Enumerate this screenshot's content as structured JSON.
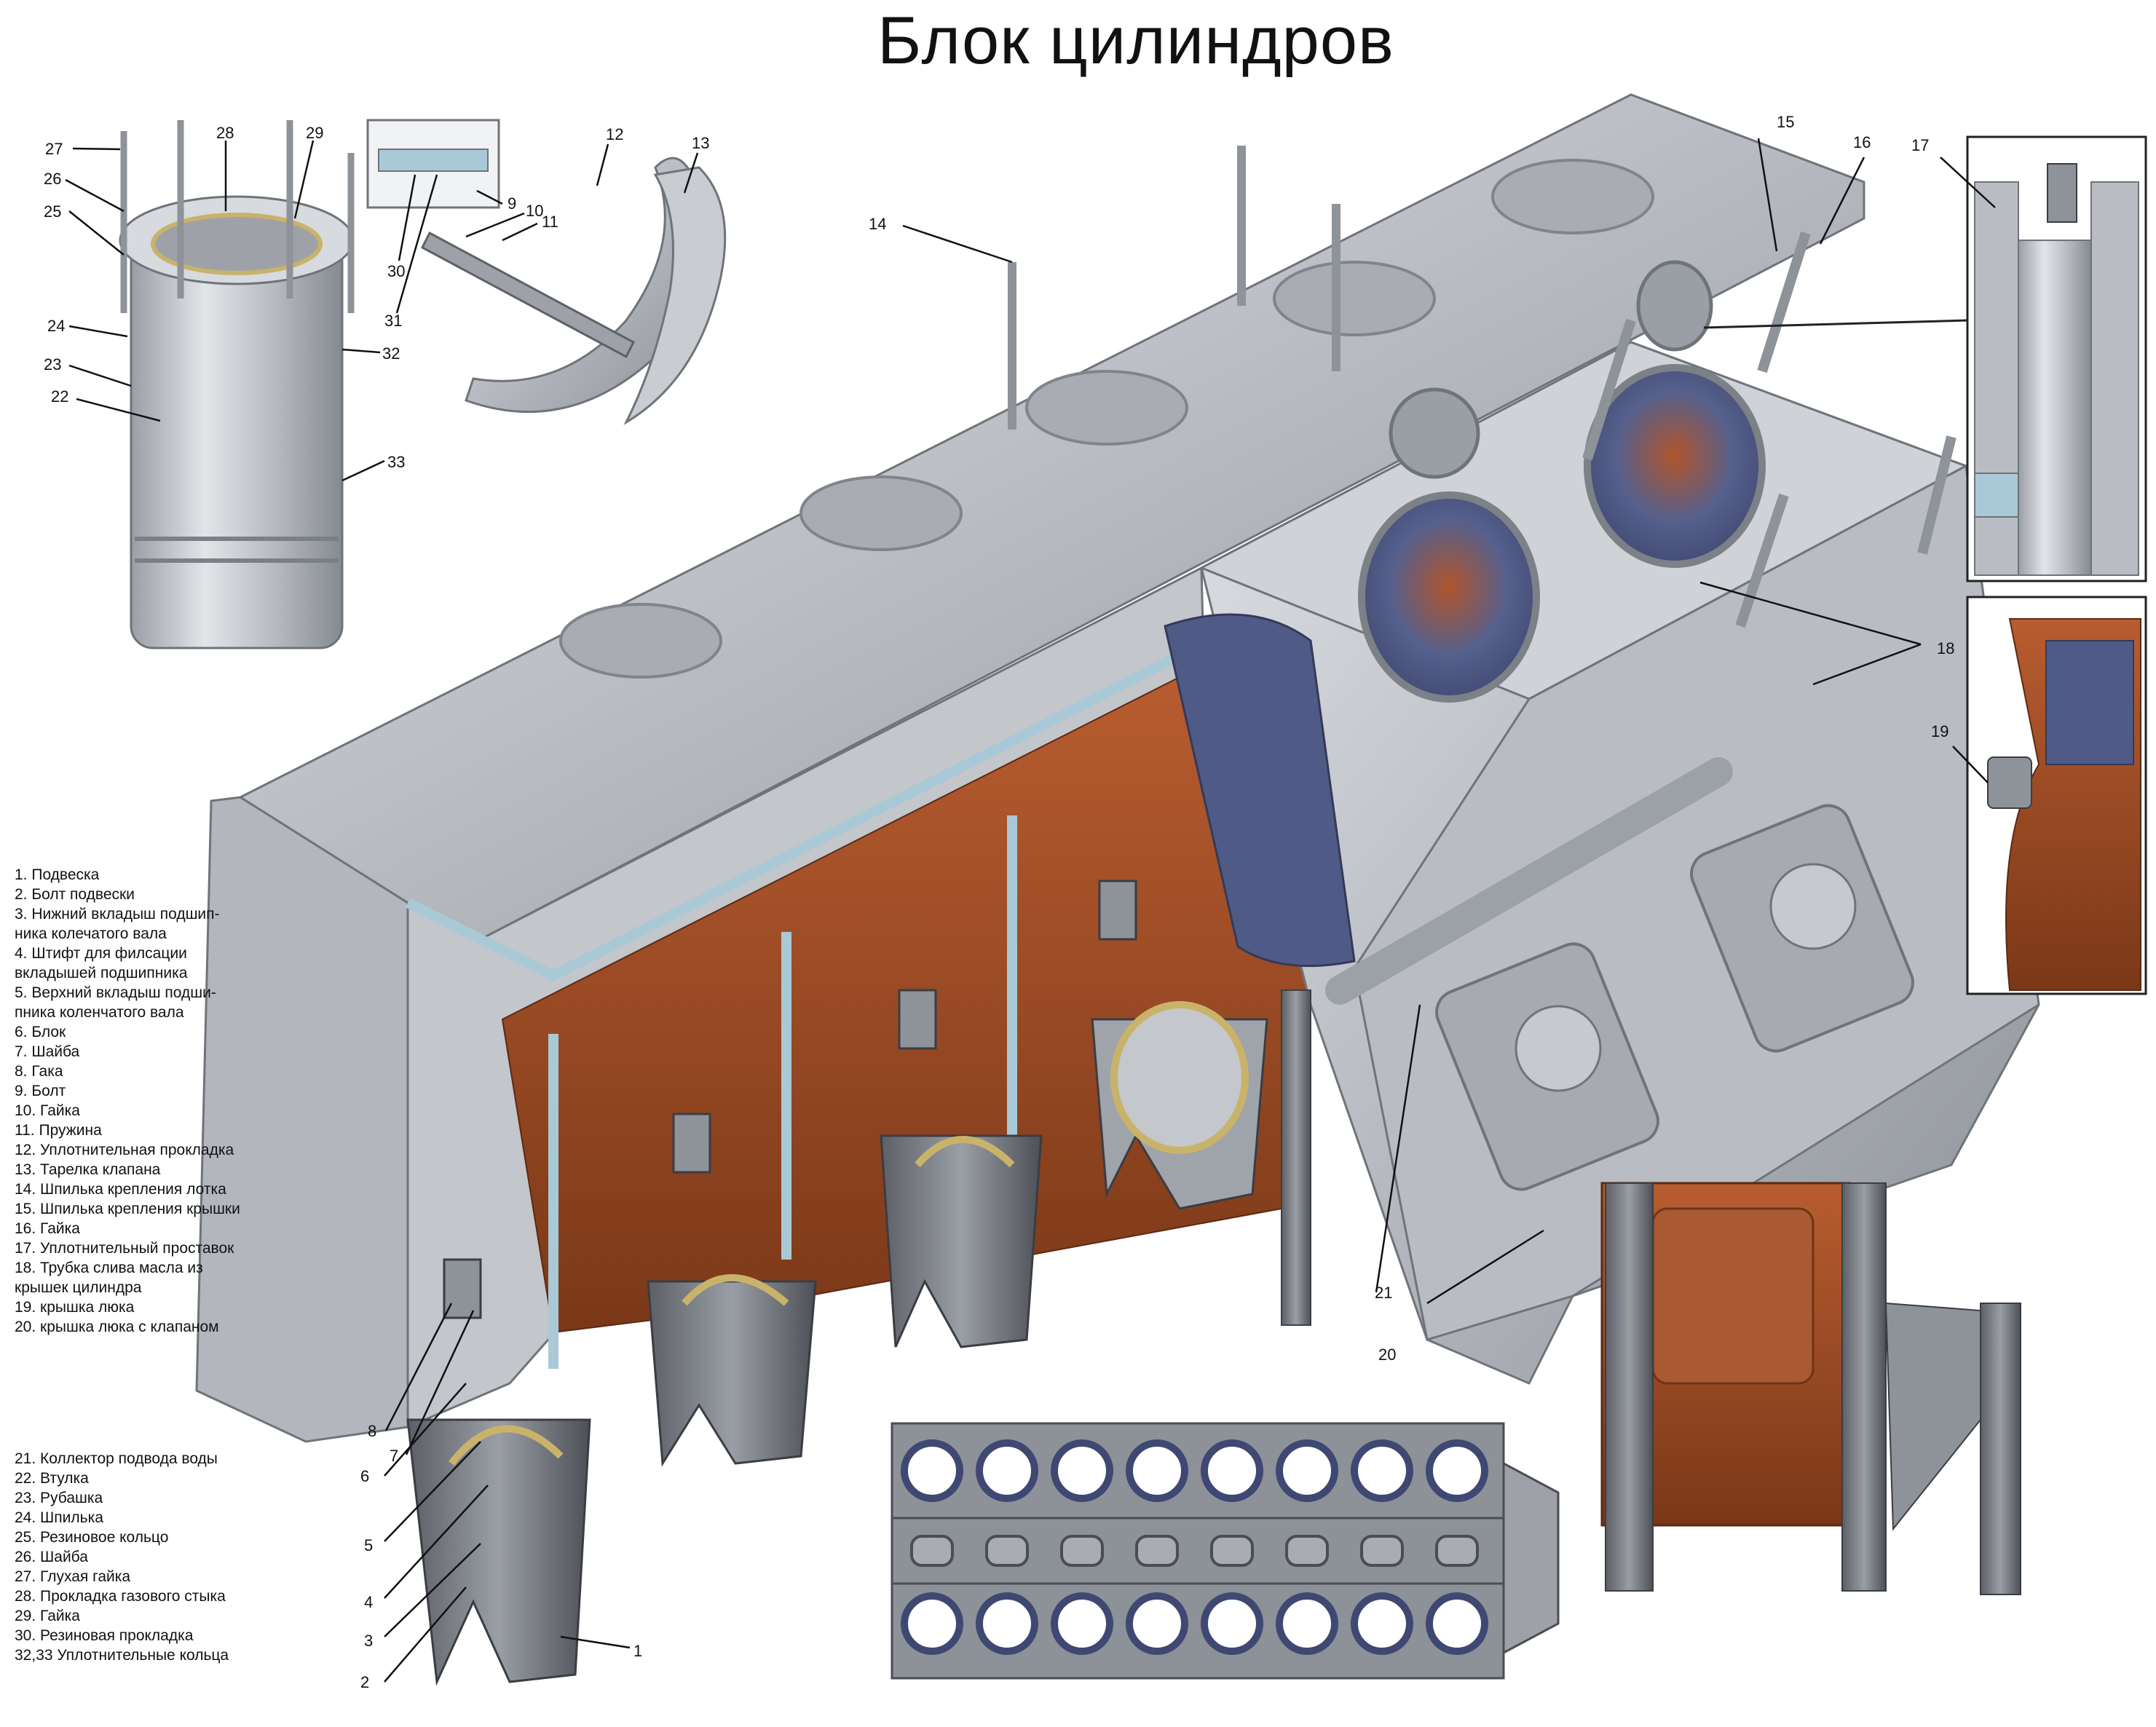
{
  "title": "Блок цилиндров",
  "legend_top": [
    "1. Подвеска",
    "2. Болт подвески",
    "3. Нижний вкладыш подшип-",
    "ника колечатого вала",
    "4. Штифт для филсации",
    "вкладышей подшипника",
    "5. Верхний вкладыш подши-",
    "пника коленчатого вала",
    "6. Блок",
    "7. Шайба",
    "8. Гака",
    "9. Болт",
    "10. Гайка",
    "11. Пружина",
    "12. Уплотнительная прокладка",
    "13. Тарелка клапана",
    "14. Шпилька крепления лотка",
    "15. Шпилька крепления крышки",
    "16. Гайка",
    "17. Уплотнительный проставок",
    "18. Трубка слива масла из",
    "крышек цилиндра",
    "19. крышка люка",
    "20. крышка люка с клапаном"
  ],
  "legend_bottom": [
    "21. Коллектор подвода воды",
    "22. Втулка",
    "23. Рубашка",
    "24. Шпилька",
    "25. Резиновое кольцо",
    "26. Шайба",
    "27. Глухая гайка",
    "28. Прокладка газового стыка",
    "29. Гайка",
    "30. Резиновая прокладка",
    "32,33 Уплотнительные кольца"
  ],
  "callouts": [
    "1",
    "2",
    "3",
    "4",
    "5",
    "6",
    "7",
    "8",
    "9",
    "10",
    "11",
    "12",
    "13",
    "14",
    "15",
    "16",
    "17",
    "18",
    "19",
    "20",
    "21",
    "22",
    "23",
    "24",
    "25",
    "26",
    "27",
    "28",
    "29",
    "30",
    "31",
    "32",
    "33"
  ],
  "colors": {
    "metal": "#b9bdc3",
    "metal_dark": "#8d9198",
    "metal_light": "#d9dce0",
    "coolant": "#a9c9d6",
    "rust": "#a8512a",
    "rust_dark": "#7e3a1c",
    "navy": "#4f5b86",
    "brass": "#c9b36a"
  }
}
